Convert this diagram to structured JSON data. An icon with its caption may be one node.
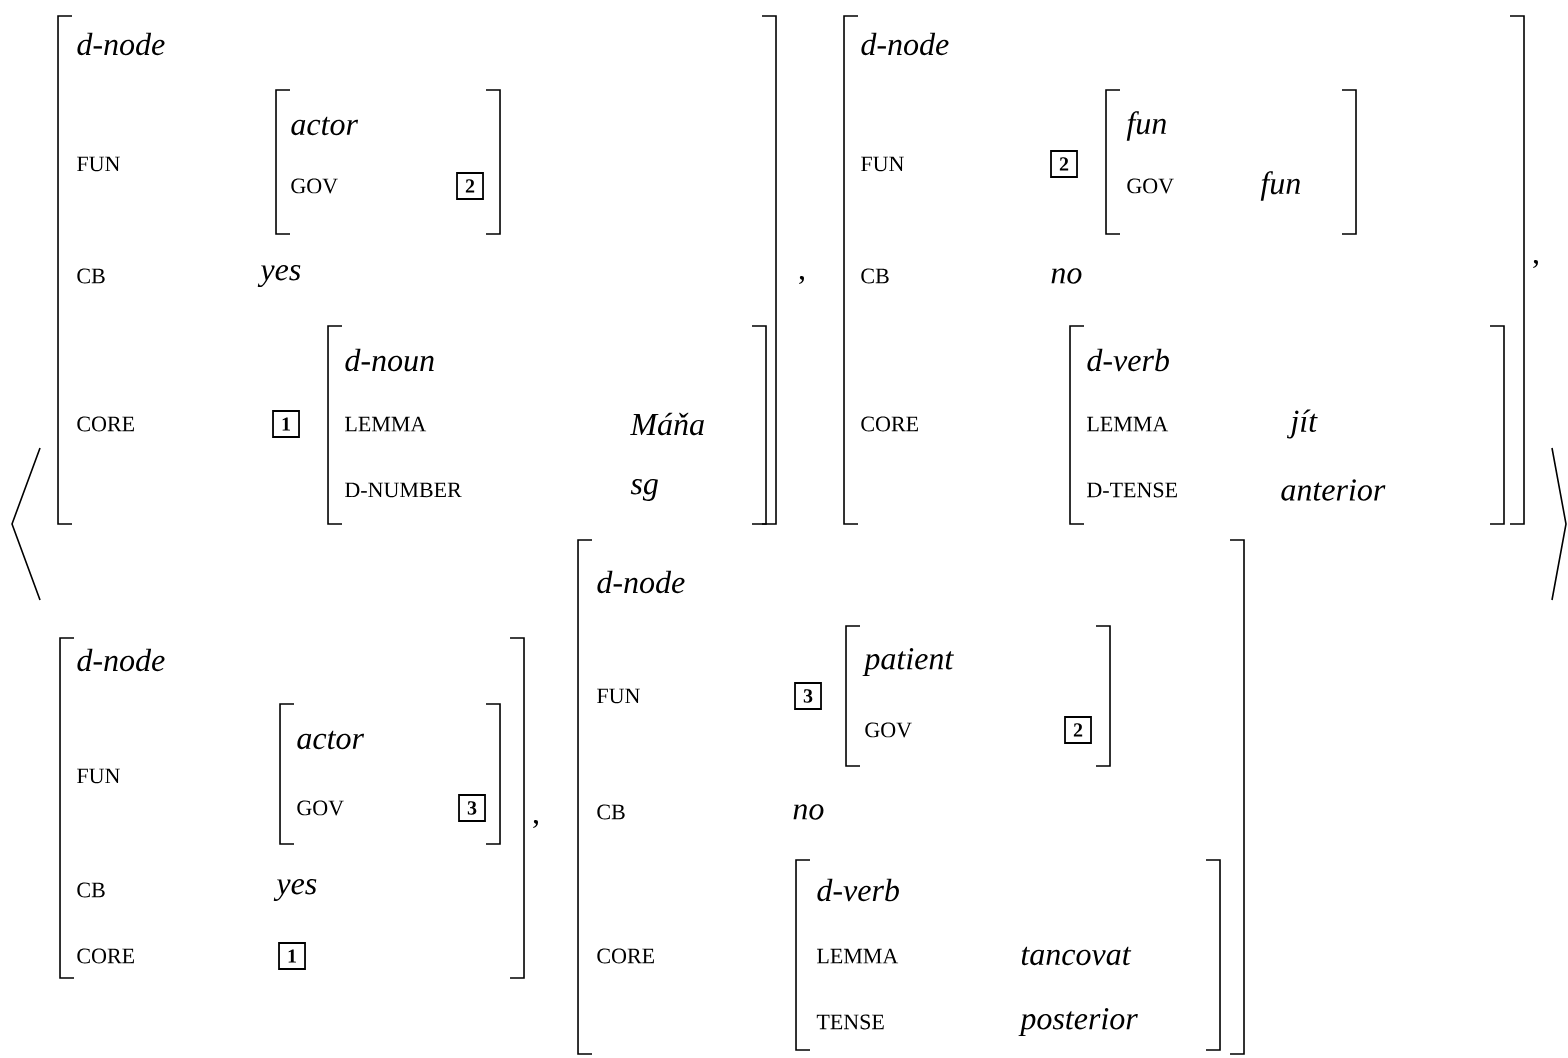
{
  "diagram": {
    "nodes": [
      {
        "text": [
          "d-node",
          "FUN",
          "CB",
          "yes",
          "CORE"
        ]
      },
      {
        "text": [
          "actor",
          "GOV"
        ],
        "in": 0
      },
      {
        "text": [
          "2"
        ],
        "in": 1
      },
      {
        "text": [
          "1"
        ],
        "in": 0
      },
      {
        "text": [
          "d-noun",
          "LEMMA",
          "Máňa",
          "D-NUMBER",
          "sg"
        ],
        "in": 0
      },
      {
        "text": [
          "d-node",
          "FUN",
          "CB",
          "no",
          "CORE"
        ]
      },
      {
        "text": [
          "2"
        ],
        "in": 5
      },
      {
        "text": [
          "fun",
          "GOV",
          "fun"
        ],
        "in": 5
      },
      {
        "text": [
          "d-verb",
          "LEMMA",
          "jít",
          "D-TENSE",
          "anterior"
        ],
        "in": 5
      },
      {
        "text": [
          "d-node",
          "FUN",
          "CB",
          "yes",
          "CORE"
        ]
      },
      {
        "text": [
          "actor",
          "GOV"
        ],
        "in": 9
      },
      {
        "text": [
          "3"
        ],
        "in": 10
      },
      {
        "text": [
          "1"
        ],
        "in": 9
      },
      {
        "text": [
          "d-node",
          "FUN",
          "CB",
          "no",
          "CORE"
        ]
      },
      {
        "text": [
          "3"
        ],
        "in": 13
      },
      {
        "text": [
          "patient",
          "GOV"
        ],
        "in": 13
      },
      {
        "text": [
          "2"
        ],
        "in": 15
      },
      {
        "text": [
          "d-verb",
          "LEMMA",
          "tancovat",
          "TENSE",
          "posterior"
        ],
        "in": 13
      }
    ],
    "labels": [
      ",",
      ",",
      ","
    ]
  }
}
